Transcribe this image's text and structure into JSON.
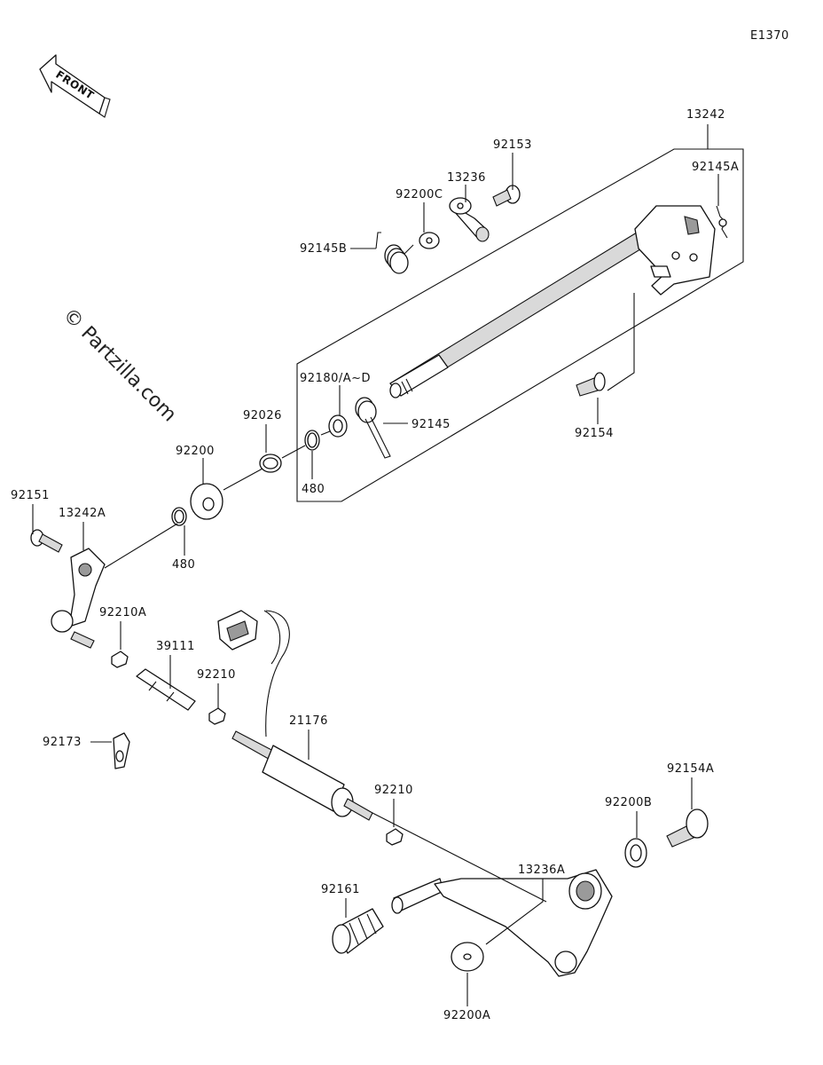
{
  "diagram_code": "E1370",
  "front_arrow_label": "FRONT",
  "watermark": "© Partzilla.com",
  "parts": {
    "p13242": "13242",
    "p92153": "92153",
    "p13236": "13236",
    "p92200C": "92200C",
    "p92145A": "92145A",
    "p92145B": "92145B",
    "p92180": "92180/A~D",
    "p92145": "92145",
    "p92154": "92154",
    "p92026": "92026",
    "p480a": "480",
    "p92200": "92200",
    "p92151": "92151",
    "p13242A": "13242A",
    "p480b": "480",
    "p92210A": "92210A",
    "p39111": "39111",
    "p92210a": "92210",
    "p21176": "21176",
    "p92173": "92173",
    "p92210b": "92210",
    "p92154A": "92154A",
    "p92200B": "92200B",
    "p13236A": "13236A",
    "p92161": "92161",
    "p92200A": "92200A"
  }
}
